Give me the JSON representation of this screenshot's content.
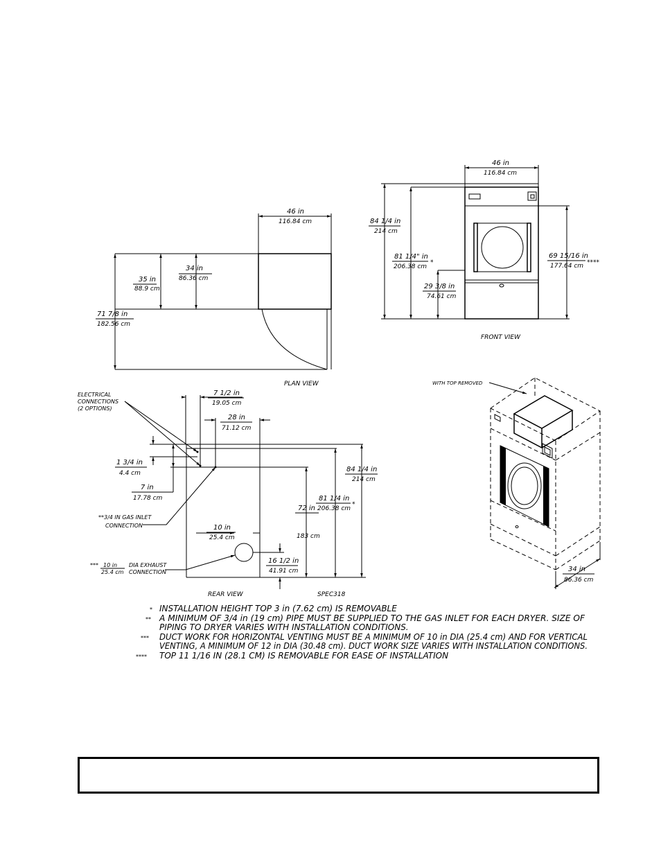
{
  "plan": {
    "width_in": "46 in",
    "width_cm": "116.84 cm",
    "a_in": "35 in",
    "a_cm": "88.9 cm",
    "b_in": "34 in",
    "b_cm": "86.36 cm",
    "c_in": "71 7/8 in",
    "c_cm": "182.56 cm",
    "caption": "PLAN VIEW"
  },
  "front": {
    "width_in": "46 in",
    "width_cm": "116.84 cm",
    "h1_in": "84 1/4 in",
    "h1_cm": "214 cm",
    "h2_in": "81 1/4\" in",
    "h2_cm": "206.38 cm",
    "h2_mark": "*",
    "h3_in": "29 3/8 in",
    "h3_cm": "74.61 cm",
    "h4_in": "69 15/16 in",
    "h4_cm": "177.64 cm",
    "h4_mark": "****",
    "caption": "FRONT VIEW"
  },
  "rear": {
    "elec_1": "ELECTRICAL",
    "elec_2": "CONNECTIONS",
    "elec_3": "(2 OPTIONS)",
    "d1_in": "7 1/2 in",
    "d1_cm": "19.05 cm",
    "d2_in": "28 in",
    "d2_cm": "71.12 cm",
    "d3_in": "1 3/4 in",
    "d3_cm": "4.4 cm",
    "d4_in": "7 in",
    "d4_cm": "17.78 cm",
    "gas_1": "**3/4 IN GAS INLET",
    "gas_2": "CONNECTION",
    "d5_in": "10 in",
    "d5_cm": "25.4 cm",
    "exh_mark": "***",
    "exh_in": "10 in",
    "exh_cm": "25.4 cm",
    "exh_1": "DIA EXHAUST",
    "exh_2": "CONNECTION",
    "d6_in": "16 1/2 in",
    "d6_cm": "41.91 cm",
    "d7_in": "72 in",
    "d7_cm": "183 cm",
    "d8_in": "81 1/4 in",
    "d8_cm": "206.38 cm",
    "d8_mark": "*",
    "d9_in": "84 1/4 in",
    "d9_cm": "214 cm",
    "caption": "REAR VIEW",
    "spec": "SPEC318"
  },
  "iso": {
    "label": "WITH TOP REMOVED",
    "depth_in": "34 in",
    "depth_cm": "86.36 cm"
  },
  "notes": [
    {
      "mark": "*",
      "line1": "INSTALLATION HEIGHT TOP 3 in (7.62 cm) IS REMOVABLE",
      "line2": ""
    },
    {
      "mark": "**",
      "line1": "A MINIMUM OF 3/4 in (19 cm) PIPE MUST BE SUPPLIED TO THE GAS INLET FOR EACH DRYER. SIZE OF",
      "line2": "PIPING TO DRYER VARIES WITH INSTALLATION CONDITIONS."
    },
    {
      "mark": "***",
      "line1": "DUCT WORK FOR HORIZONTAL VENTING MUST BE A MINIMUM OF 10 in DIA (25.4 cm) AND FOR VERTICAL",
      "line2": "VENTING, A MINIMUM OF 12 in DIA (30.48 cm). DUCT WORK SIZE VARIES WITH INSTALLATION CONDITIONS."
    },
    {
      "mark": "****",
      "line1": "TOP 11 1/16 IN (28.1 CM) IS REMOVABLE FOR EASE OF INSTALLATION",
      "line2": ""
    }
  ]
}
